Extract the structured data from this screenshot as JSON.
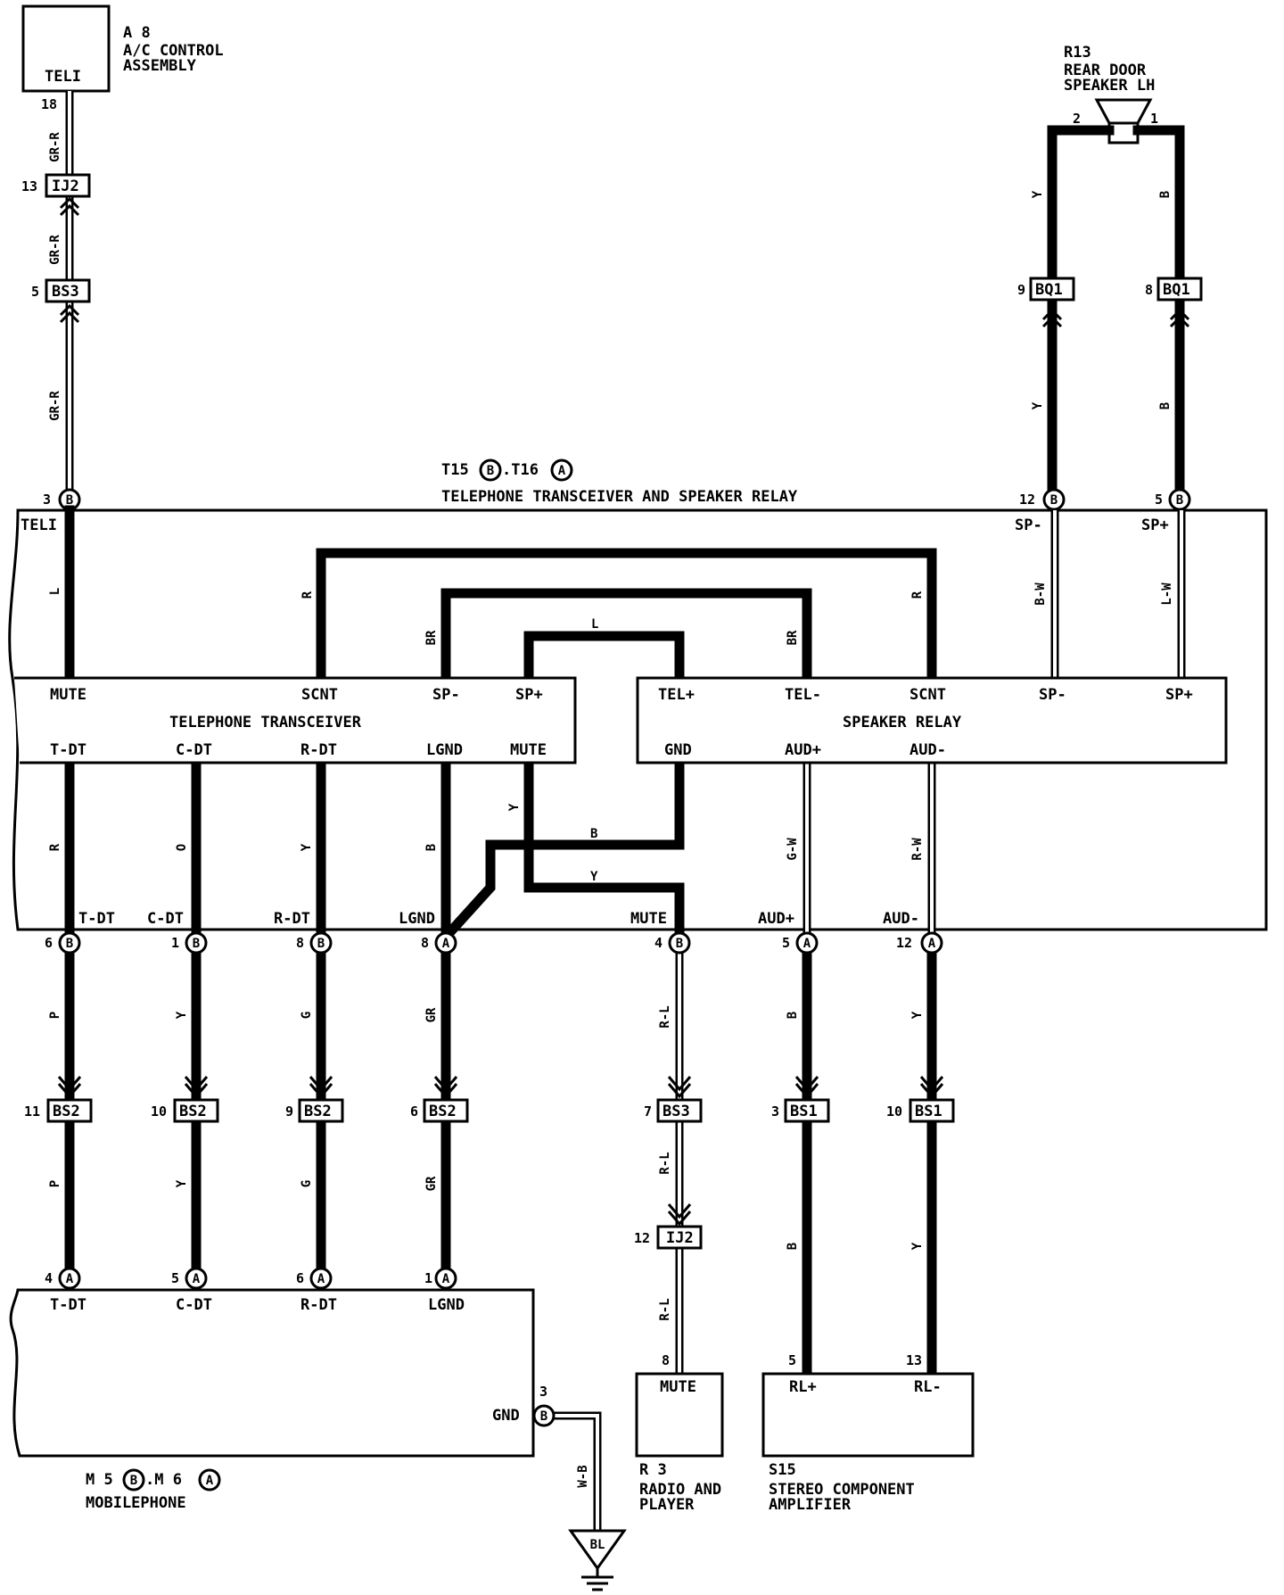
{
  "components": {
    "a8": {
      "code": "A 8",
      "name_line1": "A/C CONTROL",
      "name_line2": "ASSEMBLY",
      "pin_label": "TELI",
      "pin_no": "18"
    },
    "r13": {
      "code": "R13",
      "name_line1": "REAR DOOR",
      "name_line2": "SPEAKER LH",
      "pin_left": "2",
      "pin_right": "1"
    },
    "t15_t16": {
      "code_prefix": "T15",
      "code_b": "B",
      "code_sep": ".T16",
      "code_a": "A",
      "name": "TELEPHONE TRANSCEIVER AND SPEAKER RELAY",
      "telephone_transceiver": "TELEPHONE TRANSCEIVER",
      "speaker_relay": "SPEAKER RELAY",
      "teli": "TELI",
      "sp_minus": "SP-",
      "sp_plus": "SP+"
    },
    "m5_m6": {
      "code_prefix": "M 5",
      "code_b": "B",
      "code_sep": ".M 6",
      "code_a": "A",
      "name": "MOBILEPHONE",
      "gnd": "GND"
    },
    "r3": {
      "code": "R 3",
      "name_line1": "RADIO AND",
      "name_line2": "PLAYER",
      "pin_label": "MUTE",
      "pin_no": "8"
    },
    "s15": {
      "code": "S15",
      "name_line1": "STEREO COMPONENT",
      "name_line2": "AMPLIFIER",
      "pin_left": "RL+",
      "pin_right": "RL-",
      "pin_left_no": "5",
      "pin_right_no": "13"
    },
    "ground": {
      "label": "BL"
    }
  },
  "transceiver_pins": {
    "top": [
      "MUTE",
      "SCNT",
      "SP-",
      "SP+"
    ],
    "bottom": [
      "T-DT",
      "C-DT",
      "R-DT",
      "LGND",
      "MUTE"
    ]
  },
  "relay_pins": {
    "top": [
      "TEL+",
      "TEL-",
      "SCNT",
      "SP-",
      "SP+"
    ],
    "bottom": [
      "GND",
      "AUD+",
      "AUD-"
    ]
  },
  "bottom_edge_labels": [
    "T-DT",
    "C-DT",
    "R-DT",
    "LGND",
    "MUTE",
    "AUD+",
    "AUD-"
  ],
  "mobile_pins": [
    "T-DT",
    "C-DT",
    "R-DT",
    "LGND"
  ],
  "pins": {
    "teli": {
      "no": "3",
      "conn": "B"
    },
    "sp_minus": {
      "no": "12",
      "conn": "B"
    },
    "sp_plus": {
      "no": "5",
      "conn": "B"
    },
    "tdt": {
      "no": "6",
      "conn": "B"
    },
    "cdt": {
      "no": "1",
      "conn": "B"
    },
    "rdt": {
      "no": "8",
      "conn": "B"
    },
    "lgnd": {
      "no": "8",
      "conn": "A"
    },
    "mute": {
      "no": "4",
      "conn": "B"
    },
    "aud_plus": {
      "no": "5",
      "conn": "A"
    },
    "aud_minus": {
      "no": "12",
      "conn": "A"
    },
    "m_tdt": {
      "no": "4",
      "conn": "A"
    },
    "m_cdt": {
      "no": "5",
      "conn": "A"
    },
    "m_rdt": {
      "no": "6",
      "conn": "A"
    },
    "m_lgnd": {
      "no": "1",
      "conn": "A"
    },
    "m_gnd": {
      "no": "3",
      "conn": "B"
    }
  },
  "junctions": {
    "ij2_top": {
      "no": "13",
      "name": "IJ2"
    },
    "bs3_top": {
      "no": "5",
      "name": "BS3"
    },
    "bq1_y": {
      "no": "9",
      "name": "BQ1"
    },
    "bq1_b": {
      "no": "8",
      "name": "BQ1"
    },
    "bs2_tdt": {
      "no": "11",
      "name": "BS2"
    },
    "bs2_cdt": {
      "no": "10",
      "name": "BS2"
    },
    "bs2_rdt": {
      "no": "9",
      "name": "BS2"
    },
    "bs2_lgnd": {
      "no": "6",
      "name": "BS2"
    },
    "bs3_mute": {
      "no": "7",
      "name": "BS3"
    },
    "bs1_aud_plus": {
      "no": "3",
      "name": "BS1"
    },
    "bs1_aud_minus": {
      "no": "10",
      "name": "BS1"
    },
    "ij2_mute": {
      "no": "12",
      "name": "IJ2"
    }
  },
  "wire_colors": {
    "a8_1": "GR-R",
    "a8_2": "GR-R",
    "a8_3": "GR-R",
    "spk_y1": "Y",
    "spk_y2": "Y",
    "spk_b1": "B",
    "spk_b2": "B",
    "internal_teli": "L",
    "internal_scnt1": "R",
    "internal_scnt2": "R",
    "internal_br1": "BR",
    "internal_br2": "BR",
    "internal_l": "L",
    "internal_bw": "B-W",
    "internal_lw": "L-W",
    "internal_tdt": "R",
    "internal_cdt": "O",
    "internal_rdt": "Y",
    "internal_lgnd": "B",
    "internal_mute": "Y",
    "internal_b_h": "B",
    "internal_y_h": "Y",
    "internal_gw": "G-W",
    "internal_rw": "R-W",
    "tdt_1": "P",
    "tdt_2": "P",
    "cdt_1": "Y",
    "cdt_2": "Y",
    "rdt_1": "G",
    "rdt_2": "G",
    "lgnd_1": "GR",
    "lgnd_2": "GR",
    "mute_1": "R-L",
    "mute_2": "R-L",
    "mute_3": "R-L",
    "aud_plus_1": "B",
    "aud_plus_2": "B",
    "aud_minus_1": "Y",
    "aud_minus_2": "Y",
    "gnd": "W-B"
  }
}
